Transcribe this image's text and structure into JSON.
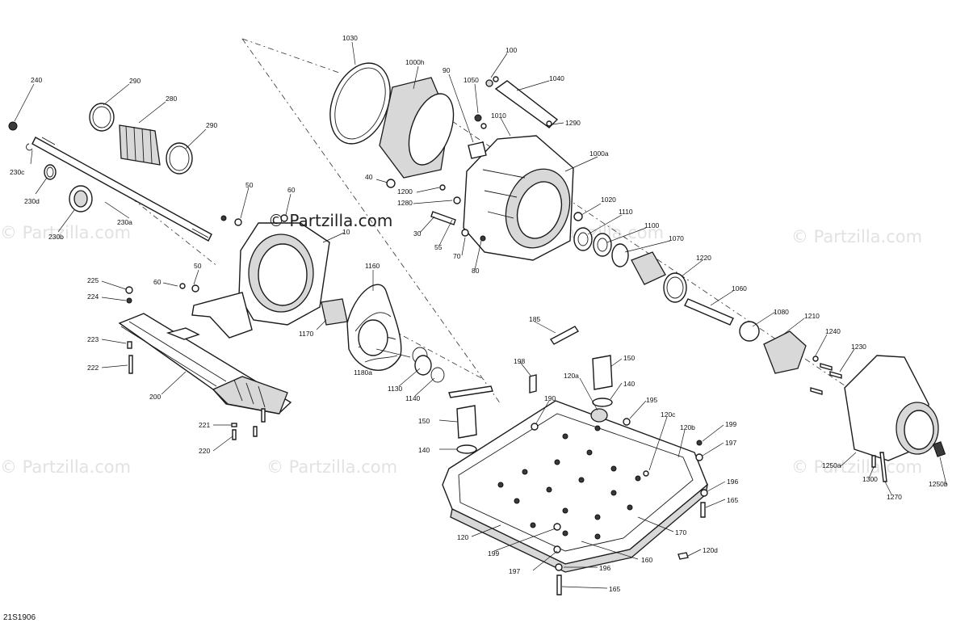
{
  "watermark": {
    "main": "© Partzilla.com",
    "faint": "© Partzilla.com"
  },
  "diagram_code": "21S1906",
  "callouts": {
    "c240": "240",
    "c290a": "290",
    "c280": "280",
    "c290b": "290",
    "c230c": "230c",
    "c230d": "230d",
    "c230a": "230a",
    "c230b": "230b",
    "c1030": "1030",
    "c1000h": "1000h",
    "c90": "90",
    "c1050": "1050",
    "c100": "100",
    "c1040": "1040",
    "c1290": "1290",
    "c1010": "1010",
    "c1000a": "1000a",
    "c40": "40",
    "c1200": "1200",
    "c1280": "1280",
    "c30": "30",
    "c55": "55",
    "c70": "70",
    "c80": "80",
    "c1020": "1020",
    "c1110": "1110",
    "c1100": "1100",
    "c1070": "1070",
    "c1220": "1220",
    "c1060": "1060",
    "c1080": "1080",
    "c1210": "1210",
    "c1240": "1240",
    "c1230": "1230",
    "c1250a": "1250a",
    "c1300": "1300",
    "c1270": "1270",
    "c1250b": "1250b",
    "c50a": "50",
    "c60a": "60",
    "c10": "10",
    "c50b": "50",
    "c60b": "60",
    "c225": "225",
    "c224": "224",
    "c223": "223",
    "c222": "222",
    "c200": "200",
    "c221": "221",
    "c220": "220",
    "c1160": "1160",
    "c1170": "1170",
    "c1180a": "1180a",
    "c1130": "1130",
    "c1140": "1140",
    "c185": "185",
    "c198": "198",
    "c150a": "150",
    "c140a": "140",
    "c120a": "120a",
    "c190": "190",
    "c195": "195",
    "c120c": "120c",
    "c120b": "120b",
    "c199a": "199",
    "c197a": "197",
    "c150b": "150",
    "c140b": "140",
    "c196a": "196",
    "c165a": "165",
    "c120": "120",
    "c170": "170",
    "c199b": "199",
    "c160": "160",
    "c120d": "120d",
    "c197b": "197",
    "c196b": "196",
    "c165b": "165"
  }
}
